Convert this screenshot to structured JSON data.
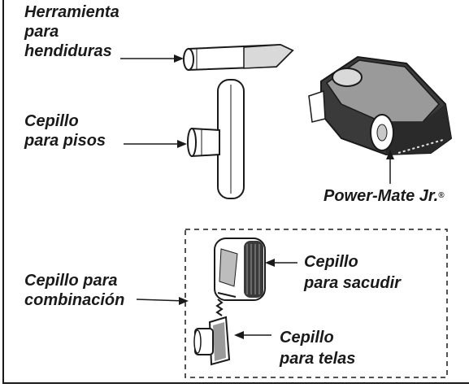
{
  "labels": {
    "crevice_line1": "Herramienta",
    "crevice_line2": "para",
    "crevice_line3": "hendiduras",
    "floor_line1": "Cepillo",
    "floor_line2": "para pisos",
    "powermate_text": "Power-Mate Jr.",
    "powermate_mark": "®",
    "combo_line1": "Cepillo para",
    "combo_line2": "combinación",
    "dusting_line1": "Cepillo",
    "dusting_line2": "para sacudir",
    "upholstery_line1": "Cepillo",
    "upholstery_line2": "para telas"
  },
  "colors": {
    "ink": "#1a1a1a",
    "fill_dark": "#3a3a3a",
    "fill_mid": "#9a9a9a",
    "fill_light": "#e6e6e6"
  }
}
